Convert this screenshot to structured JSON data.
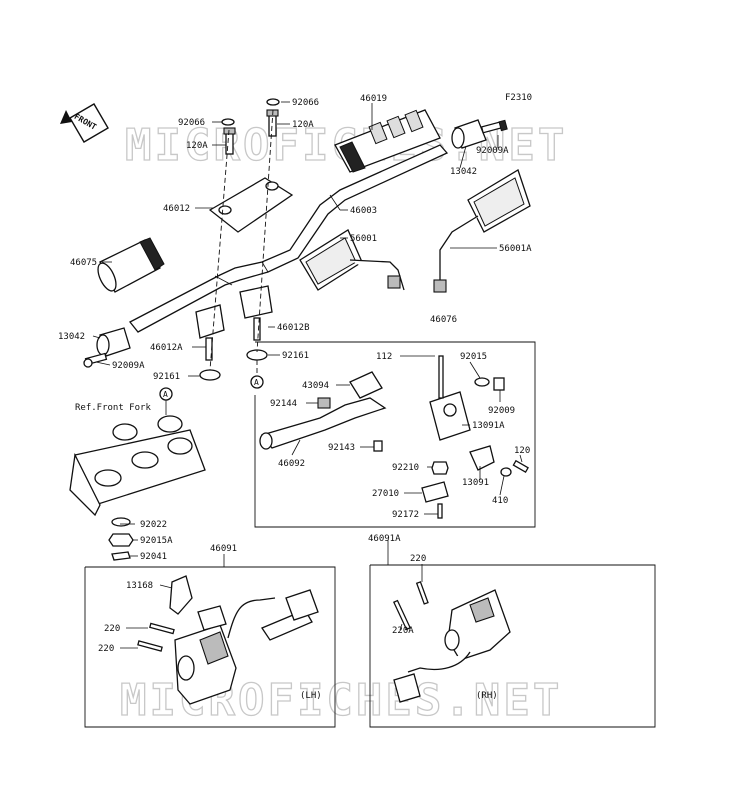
{
  "figure_code": "F2310",
  "front_arrow_label": "FRONT",
  "watermark_text": "MICROFICHES.NET",
  "ref_note": "Ref.Front Fork",
  "ref_marker": "A",
  "lh_label": "(LH)",
  "rh_label": "(RH)",
  "parts": {
    "p46019": "46019",
    "p92066_l": "92066",
    "p92066_r": "92066",
    "p120A_l": "120A",
    "p120A_r": "120A",
    "p46012": "46012",
    "p46003": "46003",
    "p92009A_t": "92009A",
    "p13042_t": "13042",
    "p46075": "46075",
    "p56001": "56001",
    "p56001A": "56001A",
    "p13042_b": "13042",
    "p92009A_b": "92009A",
    "p46012A": "46012A",
    "p46012B": "46012B",
    "p92161_l": "92161",
    "p92161_r": "92161",
    "p46076": "46076",
    "p112": "112",
    "p92015": "92015",
    "p43094": "43094",
    "p92144": "92144",
    "p92009": "92009",
    "p13091A": "13091A",
    "p92143": "92143",
    "p46092": "46092",
    "p92210": "92210",
    "p120_s": "120",
    "p13091": "13091",
    "p27010": "27010",
    "p410": "410",
    "p92172": "92172",
    "p92022": "92022",
    "p92015A": "92015A",
    "p92041": "92041",
    "p46091": "46091",
    "p46091A": "46091A",
    "p13168": "13168",
    "p220_a": "220",
    "p220_b": "220",
    "p220_r": "220",
    "p220A": "220A"
  }
}
